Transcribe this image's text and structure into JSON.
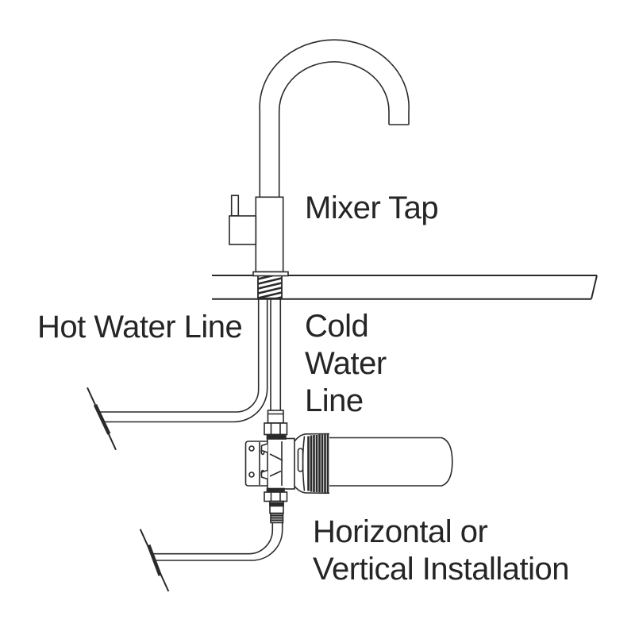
{
  "diagram": {
    "title": "Mixer tap and under-sink water filter installation diagram",
    "labels": {
      "mixer_tap": "Mixer Tap",
      "hot_water_line": "Hot Water Line",
      "cold_water_line": "Cold\nWater\nLine",
      "installation": "Horizontal or\nVertical Installation"
    },
    "parts": [
      "mixer-tap-spout",
      "mixer-tap-handle",
      "countertop",
      "tap-threaded-shank",
      "hot-water-pipe",
      "cold-water-pipe",
      "inline-water-filter",
      "filter-mounting-bracket",
      "filter-cartridge",
      "outlet-pipe",
      "wall-connection-upper",
      "wall-connection-lower"
    ],
    "colors": {
      "line": "#2a2a2a",
      "text": "#252525",
      "background": "#ffffff"
    }
  }
}
